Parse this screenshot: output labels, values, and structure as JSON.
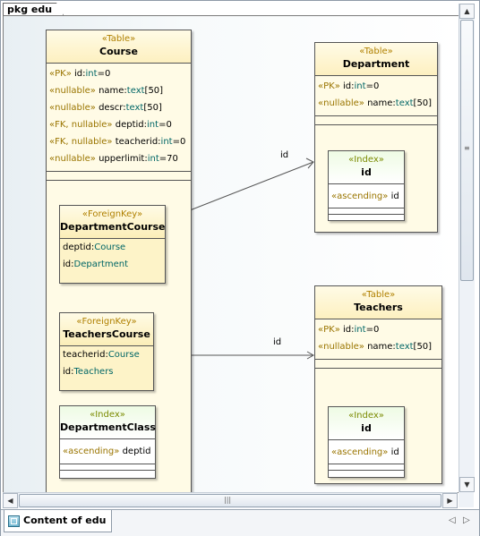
{
  "package_tab": "pkg edu",
  "bottom_tab": "Content of edu",
  "tables": {
    "course": {
      "stereotype": "«Table»",
      "name": "Course",
      "attributes": [
        {
          "mods": "«PK»",
          "name": "id",
          "type": "int",
          "default": "=0"
        },
        {
          "mods": "«nullable»",
          "name": "name",
          "type": "text",
          "default": "[50]"
        },
        {
          "mods": "«nullable»",
          "name": "descr",
          "type": "text",
          "default": "[50]"
        },
        {
          "mods": "«FK, nullable»",
          "name": "deptid",
          "type": "int",
          "default": "=0"
        },
        {
          "mods": "«FK, nullable»",
          "name": "teacherid",
          "type": "int",
          "default": "=0"
        },
        {
          "mods": "«nullable»",
          "name": "upperlimit",
          "type": "int",
          "default": "=70"
        }
      ]
    },
    "department": {
      "stereotype": "«Table»",
      "name": "Department",
      "attributes": [
        {
          "mods": "«PK»",
          "name": "id",
          "type": "int",
          "default": "=0"
        },
        {
          "mods": "«nullable»",
          "name": "name",
          "type": "text",
          "default": "[50]"
        }
      ]
    },
    "teachers": {
      "stereotype": "«Table»",
      "name": "Teachers",
      "attributes": [
        {
          "mods": "«PK»",
          "name": "id",
          "type": "int",
          "default": "=0"
        },
        {
          "mods": "«nullable»",
          "name": "name",
          "type": "text",
          "default": "[50]"
        }
      ]
    }
  },
  "foreign_keys": {
    "department_course": {
      "stereotype": "«ForeignKey»",
      "name": "DepartmentCourse",
      "rows": [
        {
          "name": "deptid",
          "type": "Course"
        },
        {
          "name": "id",
          "type": "Department"
        }
      ]
    },
    "teachers_course": {
      "stereotype": "«ForeignKey»",
      "name": "TeachersCourse",
      "rows": [
        {
          "name": "teacherid",
          "type": "Course"
        },
        {
          "name": "id",
          "type": "Teachers"
        }
      ]
    }
  },
  "indexes": {
    "department_id": {
      "stereotype": "«Index»",
      "name": "id",
      "row": {
        "mod": "«ascending»",
        "col": "id"
      }
    },
    "teachers_id": {
      "stereotype": "«Index»",
      "name": "id",
      "row": {
        "mod": "«ascending»",
        "col": "id"
      }
    },
    "department_class": {
      "stereotype": "«Index»",
      "name": "DepartmentClass",
      "row": {
        "mod": "«ascending»",
        "col": "deptid"
      }
    }
  },
  "edges": {
    "dept_label": "id",
    "teachers_label": "id"
  },
  "scrollbars": {
    "up": "▲",
    "down": "▼",
    "left": "◀",
    "right": "▶",
    "grip_v": "≡",
    "grip_h": "|||"
  },
  "nav": {
    "prev": "◁",
    "next": "▷"
  }
}
